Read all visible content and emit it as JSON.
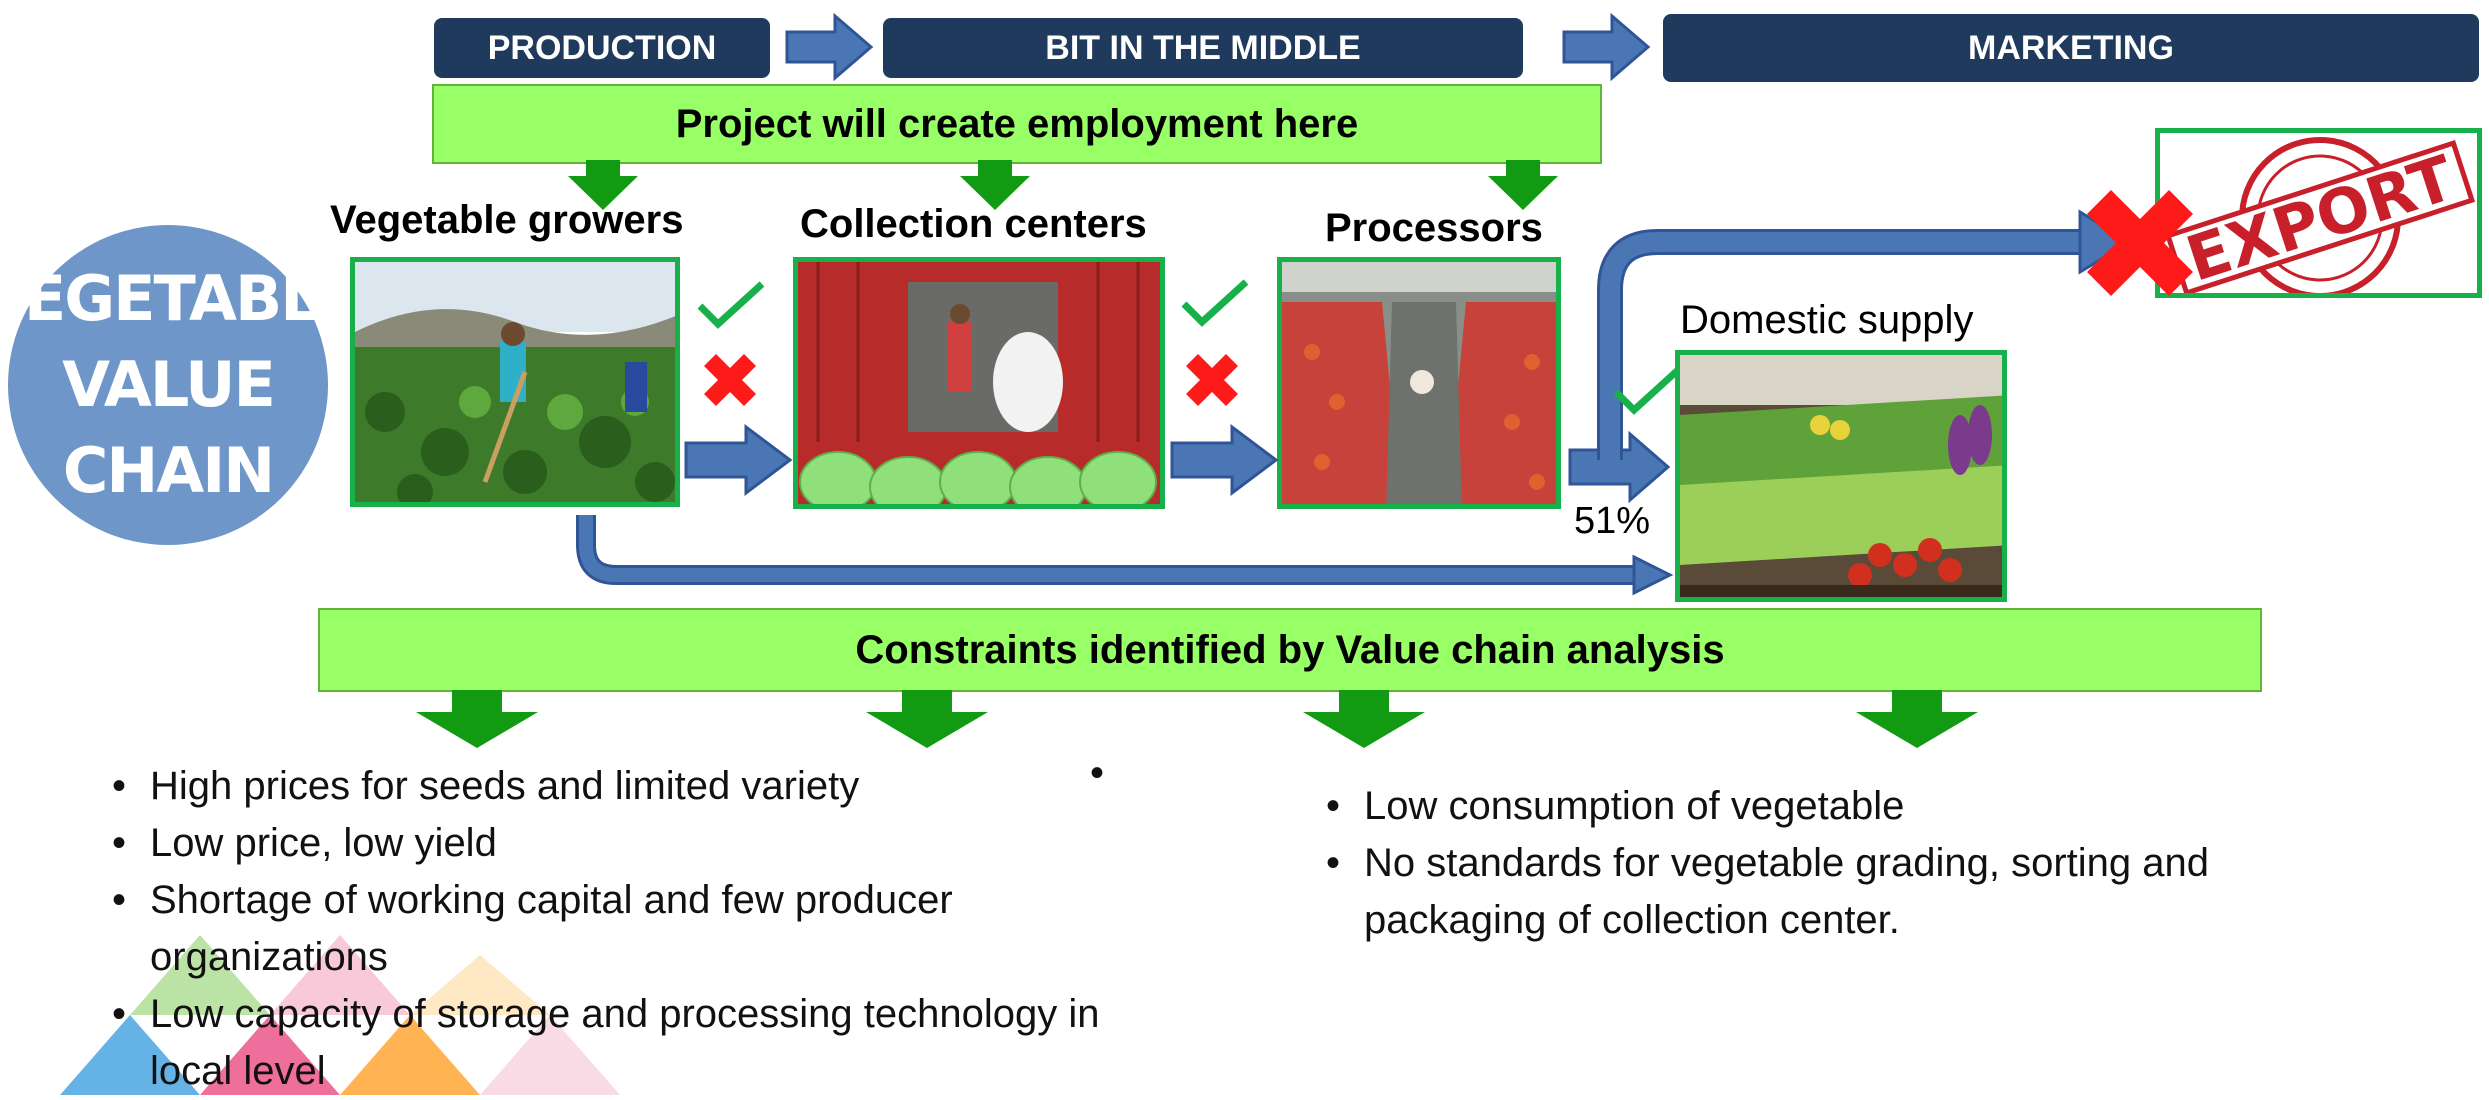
{
  "title_circle": {
    "line1": "VEGETABLE",
    "line2": "VALUE",
    "line3": "CHAIN",
    "color": "#6f96c8"
  },
  "stages": {
    "production": "PRODUCTION",
    "middle": "BIT IN THE MIDDLE",
    "marketing": "MARKETING"
  },
  "employment_bar": "Project will create employment here",
  "nodes": {
    "growers": "Vegetable growers",
    "collection": "Collection centers",
    "processors": "Processors",
    "domestic": "Domestic supply",
    "export_stamp": "EXPORT"
  },
  "share_label": "51%",
  "constraints_bar": "Constraints identified by Value chain analysis",
  "left_bullets": [
    "High prices for seeds and limited variety",
    "Low price, low yield",
    "Shortage of working capital and few producer organizations",
    "Low capacity of storage and processing technology in local level"
  ],
  "middle_bullets": [
    ""
  ],
  "right_bullets": [
    "Low consumption of vegetable",
    "No standards for vegetable grading, sorting and packaging of collection center."
  ],
  "colors": {
    "navy": "#1f3a5c",
    "arrow_blue": "#4a76b4",
    "light_green": "#99ff66",
    "dark_green": "#129b12",
    "red": "#ff1a1a",
    "frame_green": "#18b04a"
  }
}
